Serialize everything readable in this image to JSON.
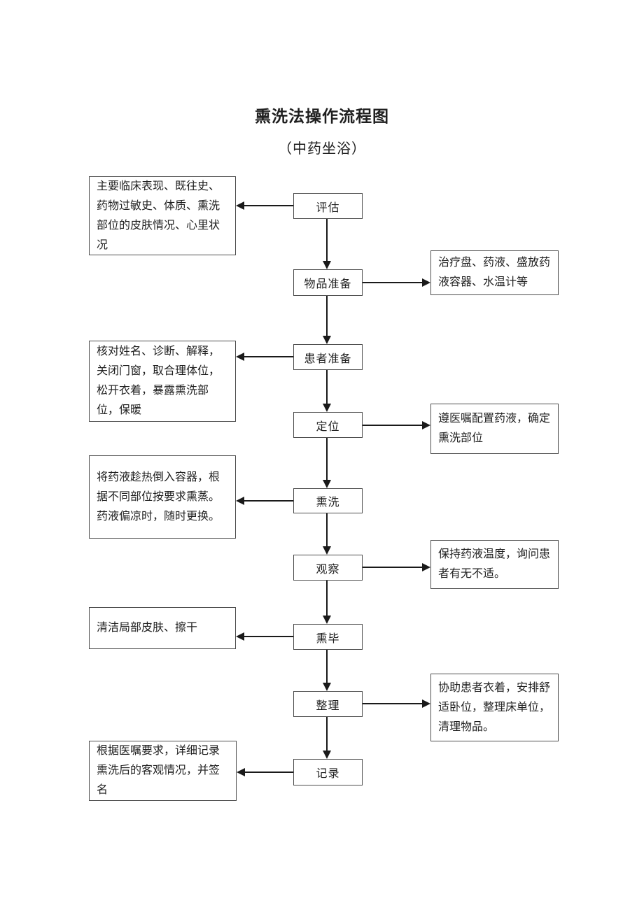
{
  "document": {
    "title": "熏洗法操作流程图",
    "subtitle": "（中药坐浴）"
  },
  "flowchart": {
    "steps": [
      {
        "label": "评估"
      },
      {
        "label": "物品准备"
      },
      {
        "label": "患者准备"
      },
      {
        "label": "定位"
      },
      {
        "label": "熏洗"
      },
      {
        "label": "观察"
      },
      {
        "label": "熏毕"
      },
      {
        "label": "整理"
      },
      {
        "label": "记录"
      }
    ],
    "left_notes": [
      {
        "text": "主要临床表现、既往史、药物过敏史、体质、熏洗部位的皮肤情况、心里状况"
      },
      {
        "text": "核对姓名、诊断、解释，关闭门窗，取合理体位，松开衣着，暴露熏洗部位，保暖"
      },
      {
        "text": "将药液趁热倒入容器，根据不同部位按要求熏蒸。药液偏凉时，随时更换。"
      },
      {
        "text": "清洁局部皮肤、擦干"
      },
      {
        "text": "根据医嘱要求，详细记录熏洗后的客观情况，并签名"
      }
    ],
    "right_notes": [
      {
        "text": "治疗盘、药液、盛放药液容器、水温计等"
      },
      {
        "text": "遵医嘱配置药液，确定熏洗部位"
      },
      {
        "text": "保持药液温度，询问患者有无不适。"
      },
      {
        "text": "协助患者衣着，安排舒适卧位，整理床单位，清理物品。"
      }
    ],
    "colors": {
      "line": "#1a1a1a",
      "box_border": "#4d4d4d",
      "background": "#ffffff",
      "text": "#1f1f1f"
    }
  }
}
